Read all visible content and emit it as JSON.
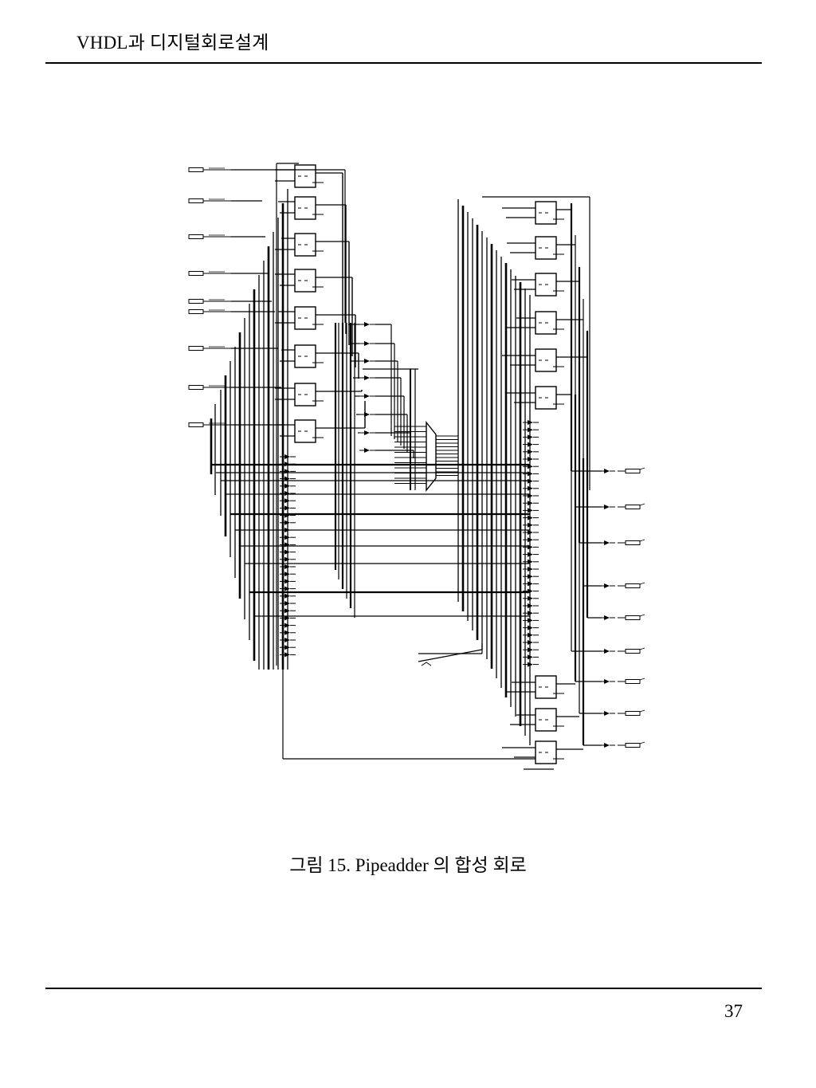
{
  "header": {
    "running_title": "VHDL과 디지털회로설계"
  },
  "figure": {
    "caption": "그림 15.  Pipeadder 의 합성 회로"
  },
  "footer": {
    "page_number": "37"
  }
}
